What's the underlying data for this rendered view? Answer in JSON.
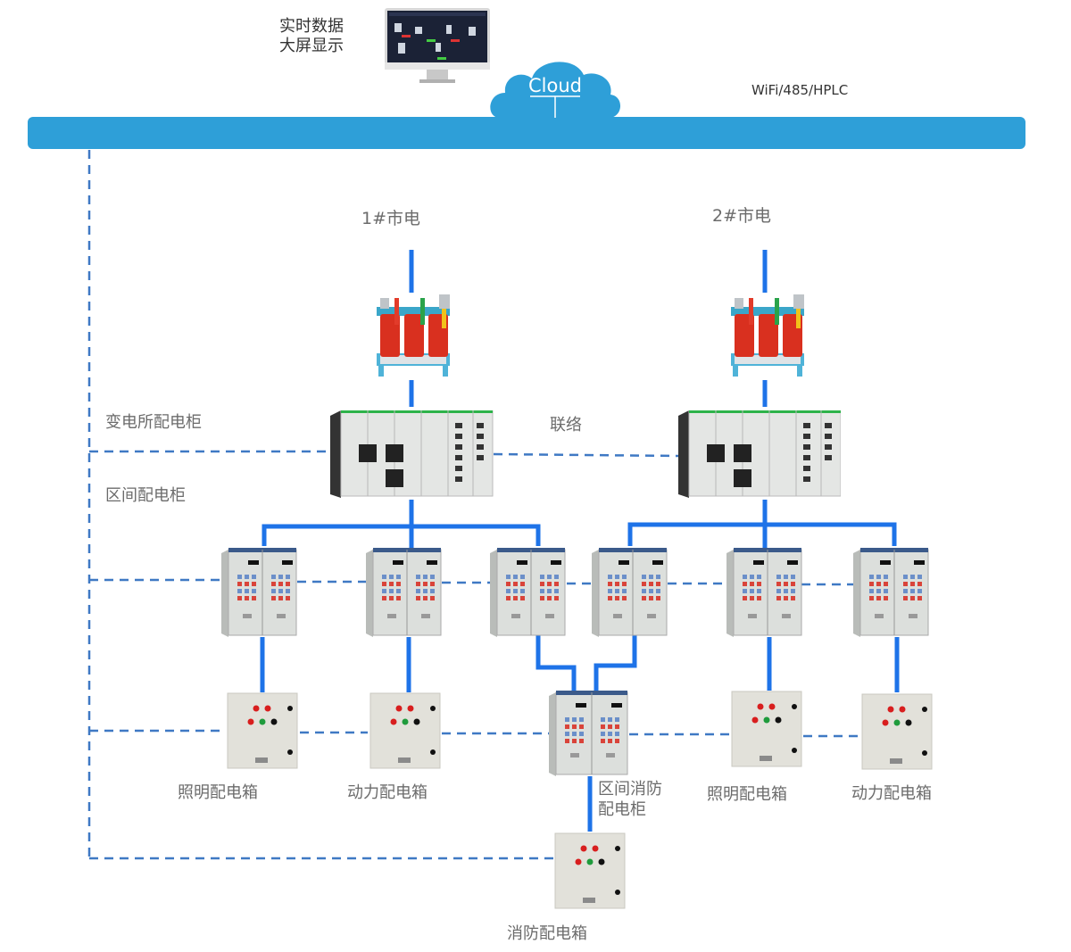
{
  "header": {
    "display_label_line1": "实时数据",
    "display_label_line2": "大屏显示",
    "cloud_label": "Cloud",
    "network_label": "WiFi/485/HPLC"
  },
  "sources": [
    {
      "label": "1#市电"
    },
    {
      "label": "2#市电"
    }
  ],
  "tiers": {
    "substation_cabinet": "变电所配电柜",
    "section_cabinet": "区间配电柜",
    "tie_label": "联络"
  },
  "boxes": {
    "lighting_left": "照明配电箱",
    "power_left": "动力配电箱",
    "fire_cabinet_line1": "区间消防",
    "fire_cabinet_line2": "配电柜",
    "lighting_right": "照明配电箱",
    "power_right": "动力配电箱",
    "fire_box": "消防配电箱"
  },
  "colors": {
    "bus": "#2e9fd8",
    "power_line": "#1e73e8",
    "comm_dashed": "#3f79c4",
    "transformer_red": "#d9301f",
    "cabinet_gray": "#dcdfdc"
  }
}
